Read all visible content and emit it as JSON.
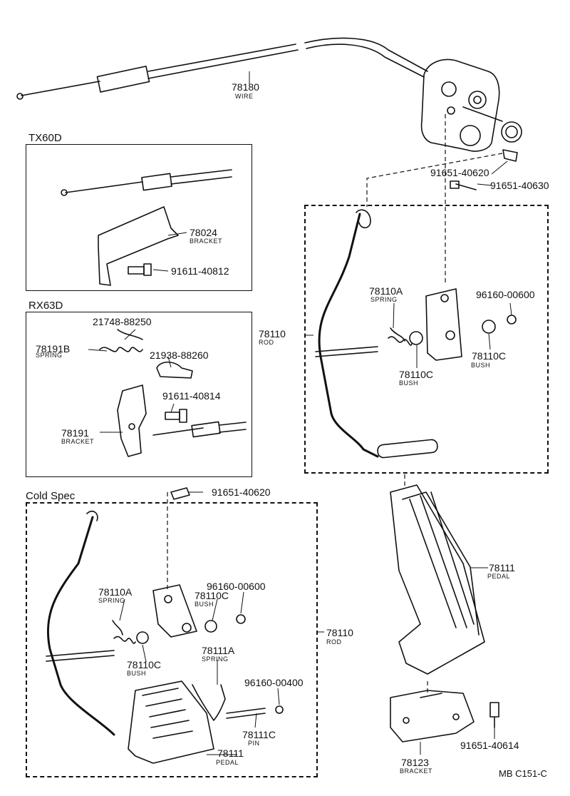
{
  "sections": {
    "tx60d": "TX60D",
    "rx63d": "RX63D",
    "cold_spec": "Cold Spec"
  },
  "parts": {
    "wire_no": "78180",
    "wire_name": "WIRE",
    "bracket_tx_no": "78024",
    "bracket_tx_name": "BRACKET",
    "bolt_tx": "91611-40812",
    "clip_rx": "21748-88250",
    "spring_rx_no": "78191B",
    "spring_rx_name": "SPRING",
    "clamp_rx": "21938-88260",
    "bolt_rx": "91611-40814",
    "bracket_rx_no": "78191",
    "bracket_rx_name": "BRACKET",
    "bolt_top1": "91651-40620",
    "bolt_top2": "91651-40630",
    "rod_no": "78110",
    "rod_name": "ROD",
    "spring_a_no": "78110A",
    "spring_a_name": "SPRING",
    "nut_a": "96160-00600",
    "bush_no": "78110C",
    "bush_name": "BUSH",
    "bush2_no": "78110C",
    "bush2_name": "BUSH",
    "pedal_no": "78111",
    "pedal_name": "PEDAL",
    "bracket_pedal_no": "78123",
    "bracket_pedal_name": "BRACKET",
    "bolt_pedal": "91651-40614",
    "cs_bolt": "91651-40620",
    "cs_spring_a_no": "78110A",
    "cs_spring_a_name": "SPRING",
    "cs_bush_no": "78110C",
    "cs_bush_name": "BUSH",
    "cs_nut": "96160-00600",
    "cs_bush2_no": "78110C",
    "cs_bush2_name": "BUSH",
    "cs_rod_no": "78110",
    "cs_rod_name": "ROD",
    "cs_spring_b_no": "78111A",
    "cs_spring_b_name": "SPRING",
    "cs_nut2": "96160-00400",
    "cs_pin_no": "78111C",
    "cs_pin_name": "PIN",
    "cs_pedal_no": "78111",
    "cs_pedal_name": "PEDAL"
  },
  "footer_code": "MB  C151-C"
}
